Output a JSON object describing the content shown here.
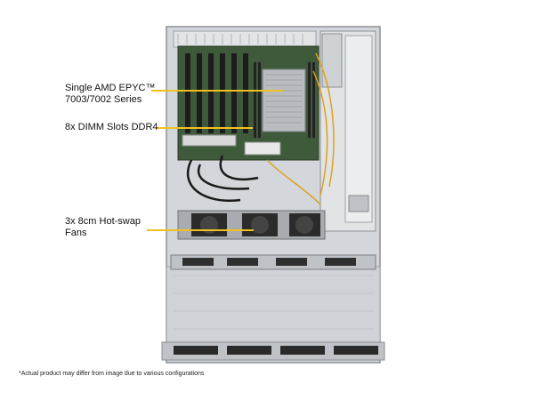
{
  "labels": {
    "cpu_line1": "Single AMD EPYC™",
    "cpu_line2": "7003/7002 Series",
    "dimm": "8x DIMM Slots DDR4",
    "fans_line1": "3x 8cm Hot-swap",
    "fans_line2": "Fans"
  },
  "disclaimer": "*Actual product may differ from image due to various configurations",
  "colors": {
    "callout_line": "#f0c020",
    "chassis": "#c9ccd0",
    "motherboard": "#3f5a3a",
    "heatsink": "#b8bcc0"
  }
}
